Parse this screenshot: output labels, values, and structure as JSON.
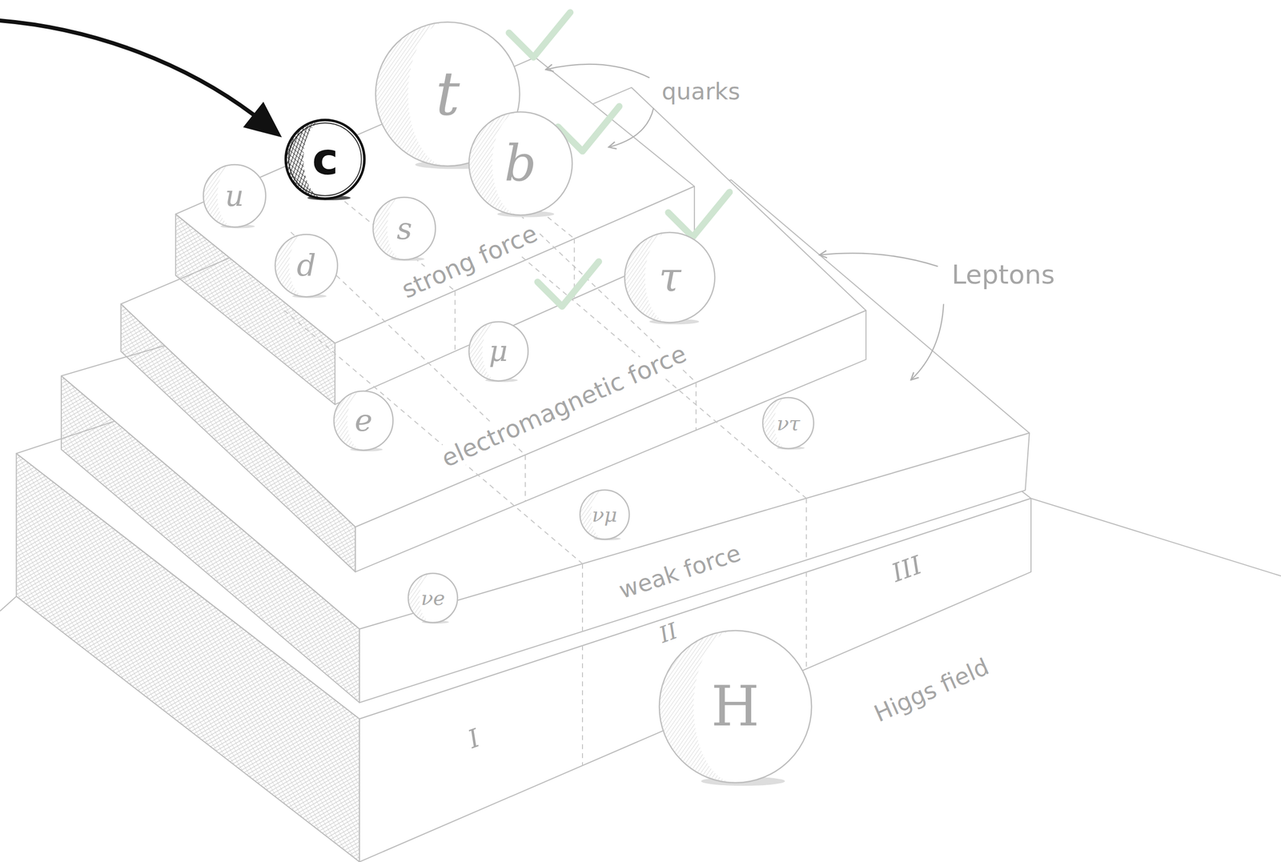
{
  "diagram": {
    "nodes": [
      {
        "text": [
          "t"
        ]
      },
      {
        "text": [
          "c"
        ]
      },
      {
        "text": [
          "u"
        ]
      },
      {
        "text": [
          "b"
        ]
      },
      {
        "text": [
          "s"
        ]
      },
      {
        "text": [
          "d"
        ]
      },
      {
        "text": [
          "τ"
        ]
      },
      {
        "text": [
          "μ"
        ]
      },
      {
        "text": [
          "e"
        ]
      },
      {
        "text": [
          "ντ"
        ]
      },
      {
        "text": [
          "νμ"
        ]
      },
      {
        "text": [
          "νe"
        ]
      },
      {
        "text": [
          "H"
        ]
      }
    ],
    "labels": [
      "quarks",
      "Leptons",
      "strong force",
      "electromagnetic force",
      "weak force",
      "I",
      "II",
      "III",
      "Higgs field"
    ]
  }
}
